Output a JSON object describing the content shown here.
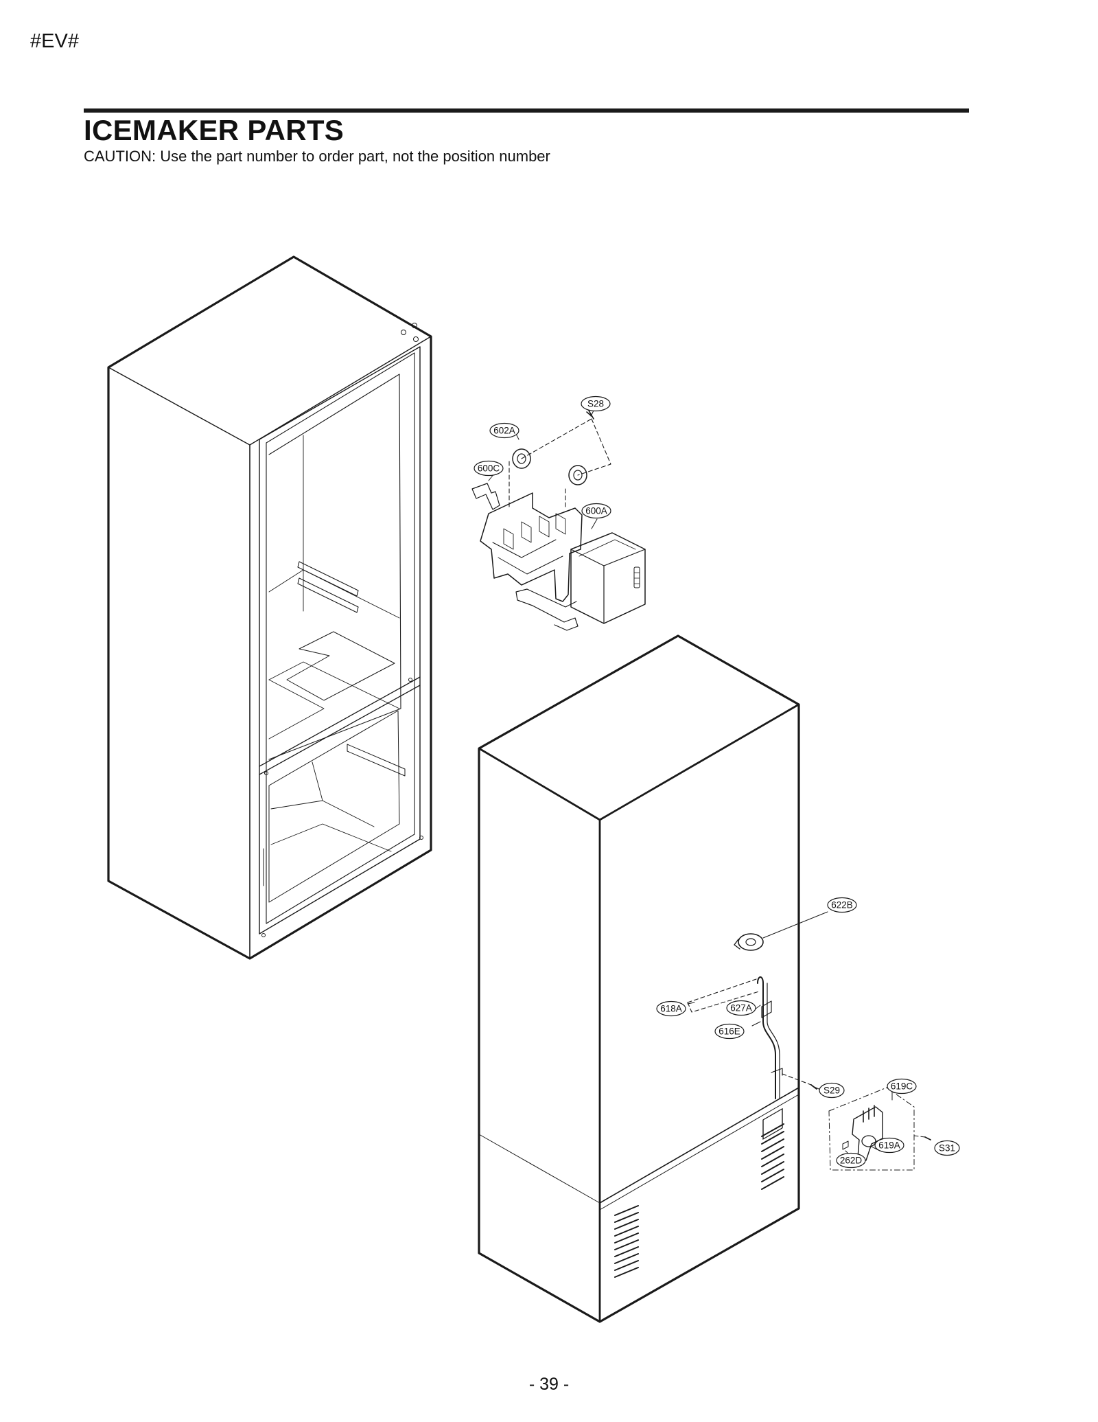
{
  "header": {
    "model_code": "#EV#",
    "title": "ICEMAKER PARTS",
    "caution": "CAUTION: Use the part number to order part, not the position number"
  },
  "callouts": {
    "s28": "S28",
    "p602a": "602A",
    "p600c": "600C",
    "p600a": "600A",
    "p622b": "622B",
    "p618a": "618A",
    "p627a": "627A",
    "p616e": "616E",
    "s29": "S29",
    "p619c": "619C",
    "p619a": "619A",
    "s31": "S31",
    "p262d": "262D"
  },
  "footer": {
    "page_number": "- 39 -"
  }
}
